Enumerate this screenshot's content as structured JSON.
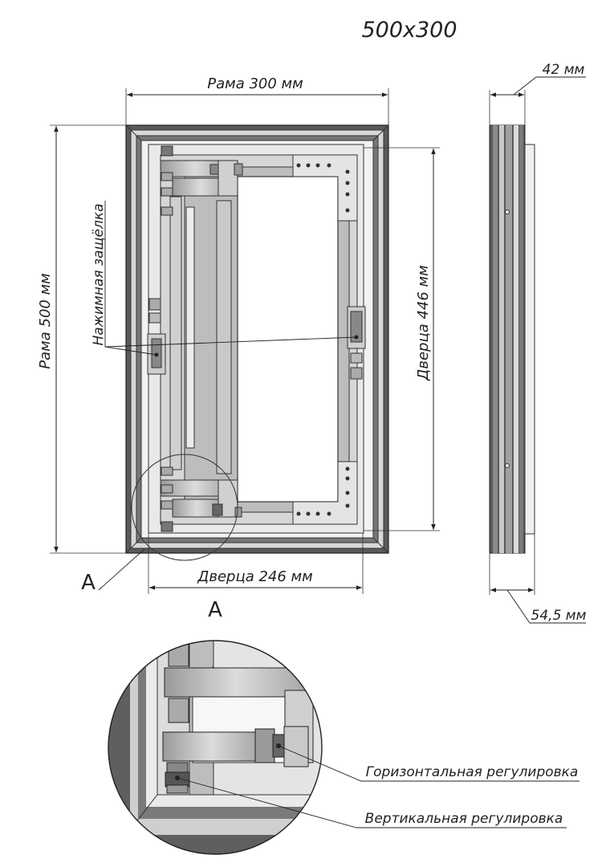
{
  "title": "500x300",
  "dimensions": {
    "frame_width": "Рама 300 мм",
    "frame_height": "Рама 500 мм",
    "door_height": "Дверца 446 мм",
    "door_width": "Дверца 246 мм",
    "depth_top": "42 мм",
    "depth_bottom": "54,5 мм"
  },
  "callouts": {
    "push_latch": "Нажимная защёлка",
    "horizontal_adjust": "Горизонтальная регулировка",
    "vertical_adjust": "Вертикальная регулировка"
  },
  "detail": {
    "marker": "A",
    "title": "A"
  }
}
